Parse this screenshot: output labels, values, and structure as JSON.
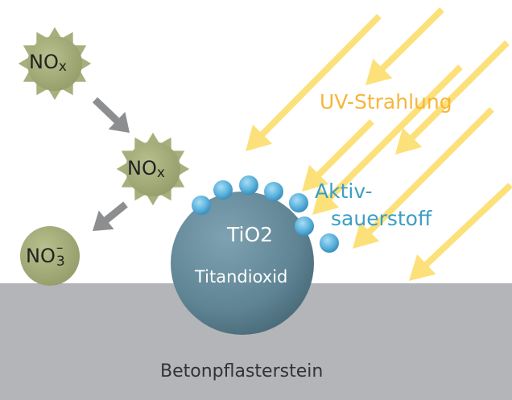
{
  "labels": {
    "uv": "UV-Strahlung",
    "aktiv_line1": "Aktiv-",
    "aktiv_line2": "sauerstoff",
    "tio2_main": "TiO",
    "tio2_sub": "2",
    "tio2_name": "Titandioxid",
    "nox_main": "NO",
    "nox_sub": "x",
    "no3_main": "NO",
    "no3_sub": "3",
    "no3_charge": "–",
    "ground": "Betonpflasterstein"
  },
  "colors": {
    "uv_text": "#f7b53a",
    "uv_arrow": "#fce17a",
    "aktiv_text": "#3b9fc4",
    "bead": "#5db4de",
    "tio2_sphere": "#5f8494",
    "molecule": "#a7af7c",
    "ground": "#b4b5b8",
    "process_arrow": "#8d8e90"
  }
}
